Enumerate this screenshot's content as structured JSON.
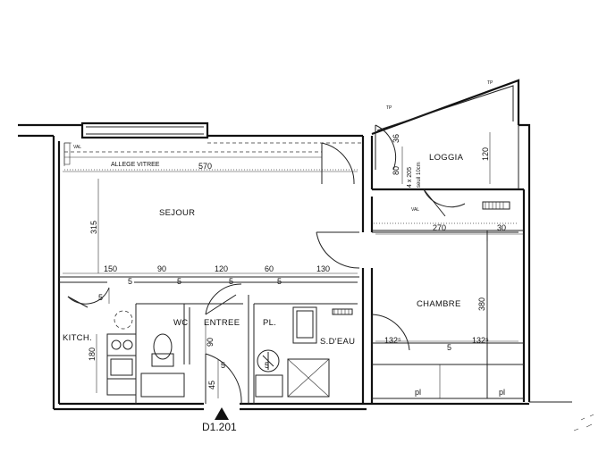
{
  "plan_code": "D1.201",
  "rooms": {
    "sejour": "SEJOUR",
    "loggia": "LOGGIA",
    "chambre": "CHAMBRE",
    "kitchen": "KITCH.",
    "wc": "WC",
    "entree": "ENTREE",
    "placard": "PL.",
    "bathroom": "S.D'EAU"
  },
  "annotations": {
    "allege_vitree": "ALLEGE VITREE",
    "window_size": "4 x 205",
    "window_note": "seuil 10cm",
    "pl_left": "pl",
    "pl_right": "pl"
  },
  "dimensions": {
    "sejour_width": "570",
    "sejour_depth": "315",
    "seg_150": "150",
    "seg_90": "90",
    "seg_120": "120",
    "seg_60": "60",
    "seg_130": "130",
    "loggia_80": "80",
    "loggia_120": "120",
    "loggia_36": "36",
    "chambre_270": "270",
    "chambre_30": "30",
    "chambre_380": "380",
    "sdeau_132_left": "132⁵",
    "sdeau_132_right": "132⁵",
    "kitchen_180": "180",
    "entree_90": "90",
    "entree_45": "45",
    "five_a": "5",
    "five_b": "5",
    "five_c": "5",
    "five_d": "5",
    "five_e": "5",
    "five_f": "5",
    "five_g": "5",
    "five_h": "5",
    "tp_a": "TP",
    "tp_b": "TP",
    "val_a": "VAL",
    "val_b": "VAL"
  }
}
